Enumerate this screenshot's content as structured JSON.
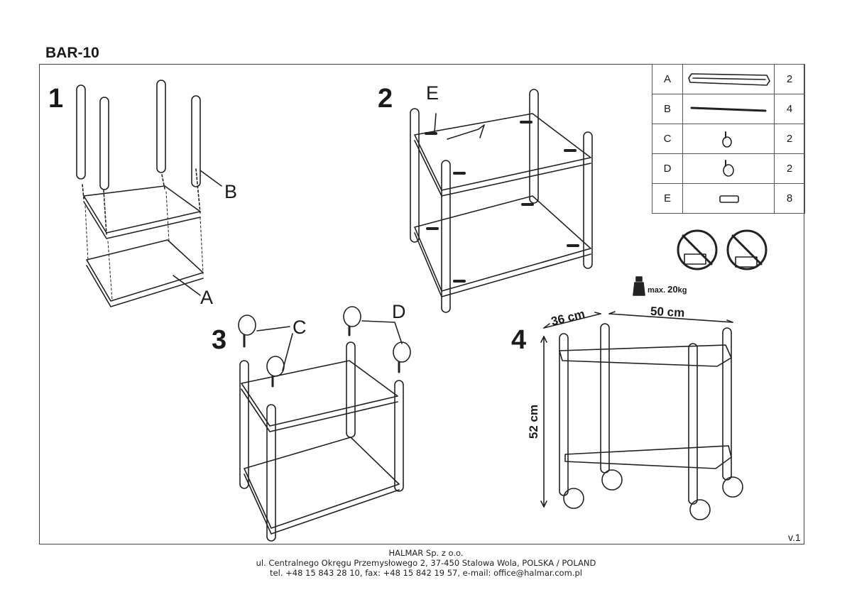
{
  "title": "BAR-10",
  "steps": [
    "1",
    "2",
    "3",
    "4"
  ],
  "callouts": {
    "a": "A",
    "b": "B",
    "c": "C",
    "d": "D",
    "e": "E"
  },
  "parts": [
    {
      "letter": "A",
      "qty": "2",
      "icon": "tray-frame-icon"
    },
    {
      "letter": "B",
      "qty": "4",
      "icon": "tube-leg-icon"
    },
    {
      "letter": "C",
      "qty": "2",
      "icon": "caster-wheel-icon"
    },
    {
      "letter": "D",
      "qty": "2",
      "icon": "caster-wheel-brake-icon"
    },
    {
      "letter": "E",
      "qty": "8",
      "icon": "screw-icon"
    }
  ],
  "warnings": [
    "no-standing-on-cart-icon",
    "no-sitting-on-cart-icon"
  ],
  "max_load": {
    "prefix": "max.",
    "value": "20",
    "unit": "kg"
  },
  "dimensions": {
    "depth": "36 cm",
    "width": "50 cm",
    "height": "52 cm"
  },
  "version": "v.1",
  "footer": {
    "company": "HALMAR Sp. z o.o.",
    "address": "ul. Centralnego Okręgu Przemysłowego 2, 37-450 Stalowa Wola, POLSKA / POLAND",
    "contact": "tel. +48 15 843 28 10, fax: +48 15 842 19 57, e-mail: office@halmar.com.pl"
  }
}
